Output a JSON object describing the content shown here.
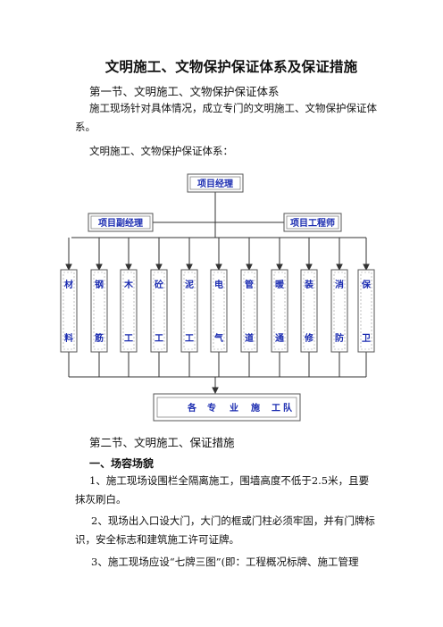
{
  "doc": {
    "title": "文明施工、文物保护保证体系及保证措施",
    "section1": "第一节、文明施工、文物保护保证体系",
    "para1": "施工现场针对具体情况，成立专门的文明施工、文物保护保证体系。",
    "para2": "文明施工、文物保护保证体系：",
    "section2": "第二节、文明施工、保证措施",
    "sub1": "一、场容场貌",
    "item1": "1、施工现场设围栏全隔离施工，围墙高度不低于2.5米，且要抹灰刷白。",
    "item2": "2、现场出入口设大门，大门的框或门柱必须牢固，并有门牌标识，安全标志和建筑施工许可证牌。",
    "item3": "3、施工现场应设“七牌三图”(即：工程概况标牌、施工管理"
  },
  "chart": {
    "top": "项目经理",
    "left": "项目副经理",
    "right": "项目工程师",
    "boxes": [
      {
        "top": "材",
        "bottom": "料"
      },
      {
        "top": "钢",
        "bottom": "筋"
      },
      {
        "top": "木",
        "bottom": "工"
      },
      {
        "top": "砼",
        "bottom": "工"
      },
      {
        "top": "泥",
        "bottom": "工"
      },
      {
        "top": "电",
        "bottom": "气"
      },
      {
        "top": "管",
        "bottom": "道"
      },
      {
        "top": "暖",
        "bottom": "通"
      },
      {
        "top": "装",
        "bottom": "修"
      },
      {
        "top": "消",
        "bottom": "防"
      },
      {
        "top": "保",
        "bottom": "卫"
      }
    ],
    "bottom": [
      "各",
      "专",
      "业",
      "施",
      "工",
      "队"
    ]
  }
}
